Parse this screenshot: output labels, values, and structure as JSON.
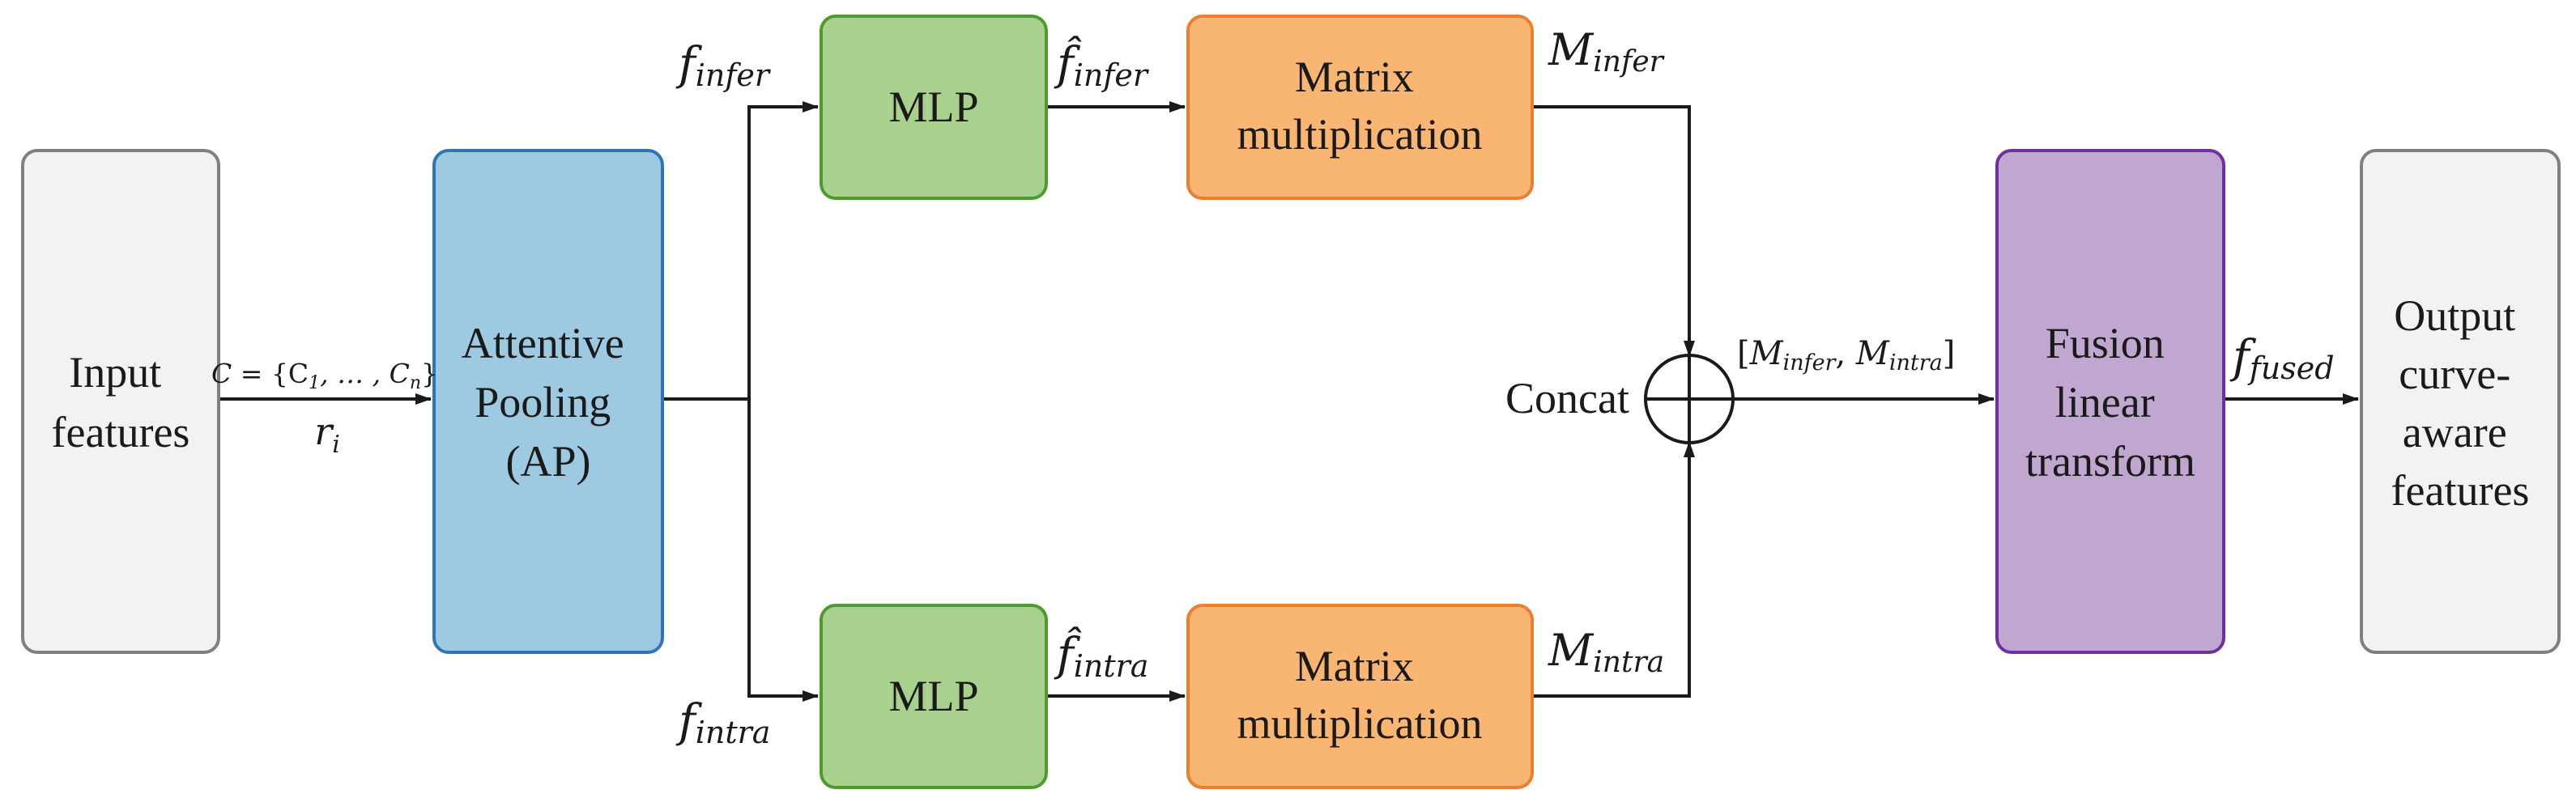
{
  "diagram": {
    "blocks": {
      "input": {
        "lines": [
          "Input",
          "features"
        ],
        "fill": "#f2f2f2",
        "stroke": "#7f7f7f"
      },
      "ap": {
        "lines": [
          "Attentive",
          "Pooling",
          "(AP)"
        ],
        "fill": "#9dc9e1",
        "stroke": "#2e75b6"
      },
      "mlp_top": {
        "lines": [
          "MLP"
        ],
        "fill": "#a9d18e",
        "stroke": "#4e9a2f"
      },
      "mm_top": {
        "lines": [
          "Matrix",
          "multiplication"
        ],
        "fill": "#f9b572",
        "stroke": "#ed7d31"
      },
      "mlp_bottom": {
        "lines": [
          "MLP"
        ],
        "fill": "#a9d18e",
        "stroke": "#4e9a2f"
      },
      "mm_bottom": {
        "lines": [
          "Matrix",
          "multiplication"
        ],
        "fill": "#f9b572",
        "stroke": "#ed7d31"
      },
      "fusion": {
        "lines": [
          "Fusion",
          "linear",
          "transform"
        ],
        "fill": "#bfa7cf",
        "stroke": "#7030a0"
      },
      "output": {
        "lines": [
          "Output",
          "curve-",
          "aware",
          "features"
        ],
        "fill": "#f2f2f2",
        "stroke": "#7f7f7f"
      }
    },
    "concat_label": "Concat",
    "edge_labels": {
      "c_set": {
        "base": "C",
        "rest": " = {C",
        "sub1": "1",
        "mid": ", … , C",
        "sub2": "n",
        "end": "}"
      },
      "r_i": {
        "base": "r",
        "sub": "i"
      },
      "f_infer": {
        "base": "f",
        "sub": "infer"
      },
      "f_intra": {
        "base": "f",
        "sub": "intra"
      },
      "fhat_infer": {
        "base": "f̂",
        "sub": "infer"
      },
      "fhat_intra": {
        "base": "f̂",
        "sub": "intra"
      },
      "m_infer": {
        "base": "M",
        "sub": "infer"
      },
      "m_intra": {
        "base": "M",
        "sub": "intra"
      },
      "concat_out": {
        "open": "[",
        "m1": "M",
        "s1": "infer",
        "comma": ", ",
        "m2": "M",
        "s2": "intra",
        "close": "]"
      },
      "f_fused": {
        "base": "f",
        "sub": "fused"
      }
    }
  }
}
